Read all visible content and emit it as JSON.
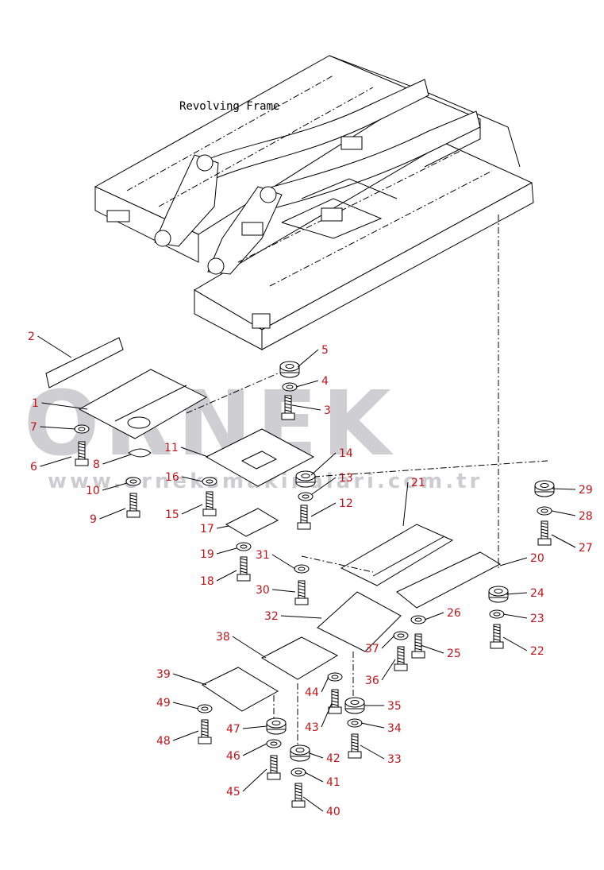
{
  "diagram": {
    "frame_label": "Revolving Frame",
    "watermark": {
      "brand": "ORNEK",
      "url": "www.orneksmakinalari.com.tr"
    },
    "callouts": [
      "1",
      "2",
      "3",
      "4",
      "5",
      "6",
      "7",
      "8",
      "9",
      "10",
      "11",
      "12",
      "13",
      "14",
      "15",
      "16",
      "17",
      "18",
      "19",
      "20",
      "21",
      "22",
      "23",
      "24",
      "25",
      "26",
      "27",
      "28",
      "29",
      "30",
      "31",
      "32",
      "33",
      "34",
      "35",
      "36",
      "37",
      "38",
      "39",
      "40",
      "41",
      "42",
      "43",
      "44",
      "45",
      "46",
      "47",
      "48",
      "49"
    ]
  }
}
